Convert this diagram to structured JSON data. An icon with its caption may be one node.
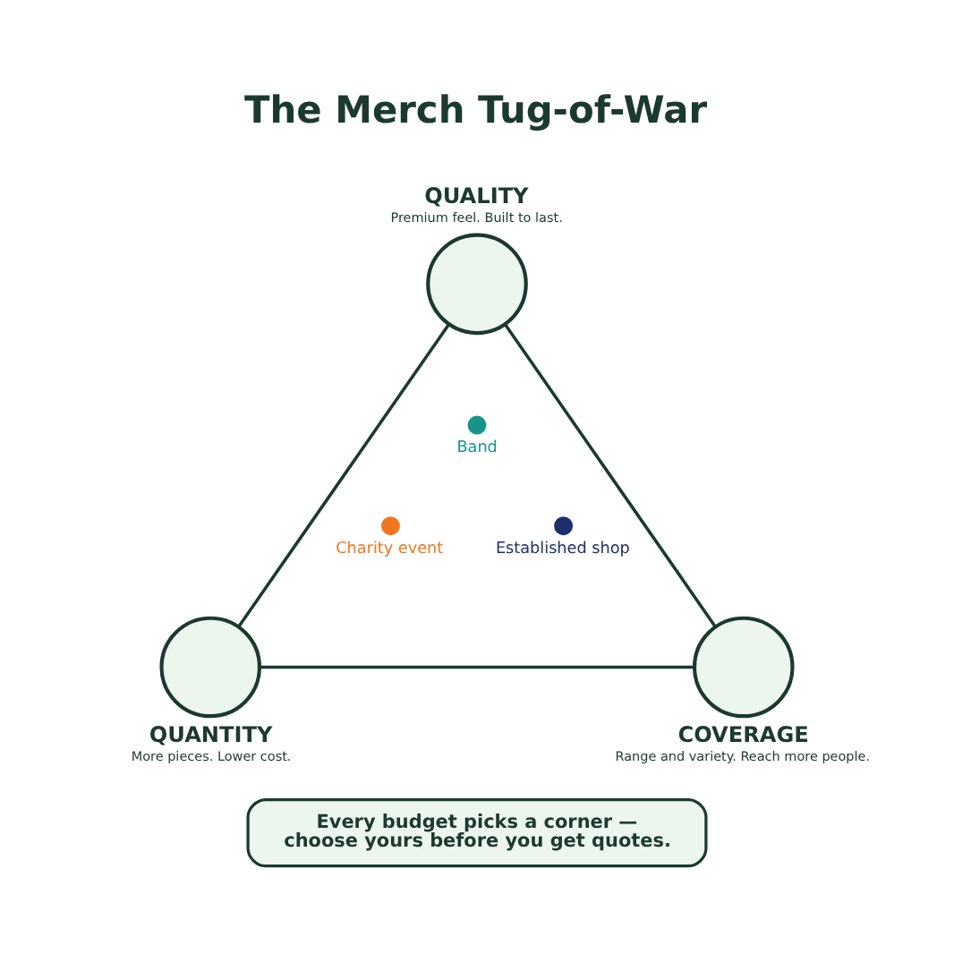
{
  "diagram": {
    "title": "The Merch Tug-of-War",
    "nodes": [
      {
        "text": [
          "QUALITY",
          "Premium feel. Built to last."
        ]
      },
      {
        "text": [
          "Band"
        ]
      },
      {
        "text": [
          "Charity event"
        ]
      },
      {
        "text": [
          "Established shop"
        ]
      },
      {
        "text": [
          "QUANTITY",
          "More pieces. Lower cost."
        ]
      },
      {
        "text": [
          "COVERAGE",
          "Range and variety. Reach more people."
        ]
      },
      {
        "text": [
          "Every budget picks a corner — choose yours before you get quotes."
        ]
      }
    ],
    "edges": [
      {
        "from": 0,
        "to": 4,
        "arrow": "none"
      },
      {
        "from": 0,
        "to": 5,
        "arrow": "none"
      },
      {
        "from": 4,
        "to": 5,
        "arrow": "none"
      }
    ]
  }
}
